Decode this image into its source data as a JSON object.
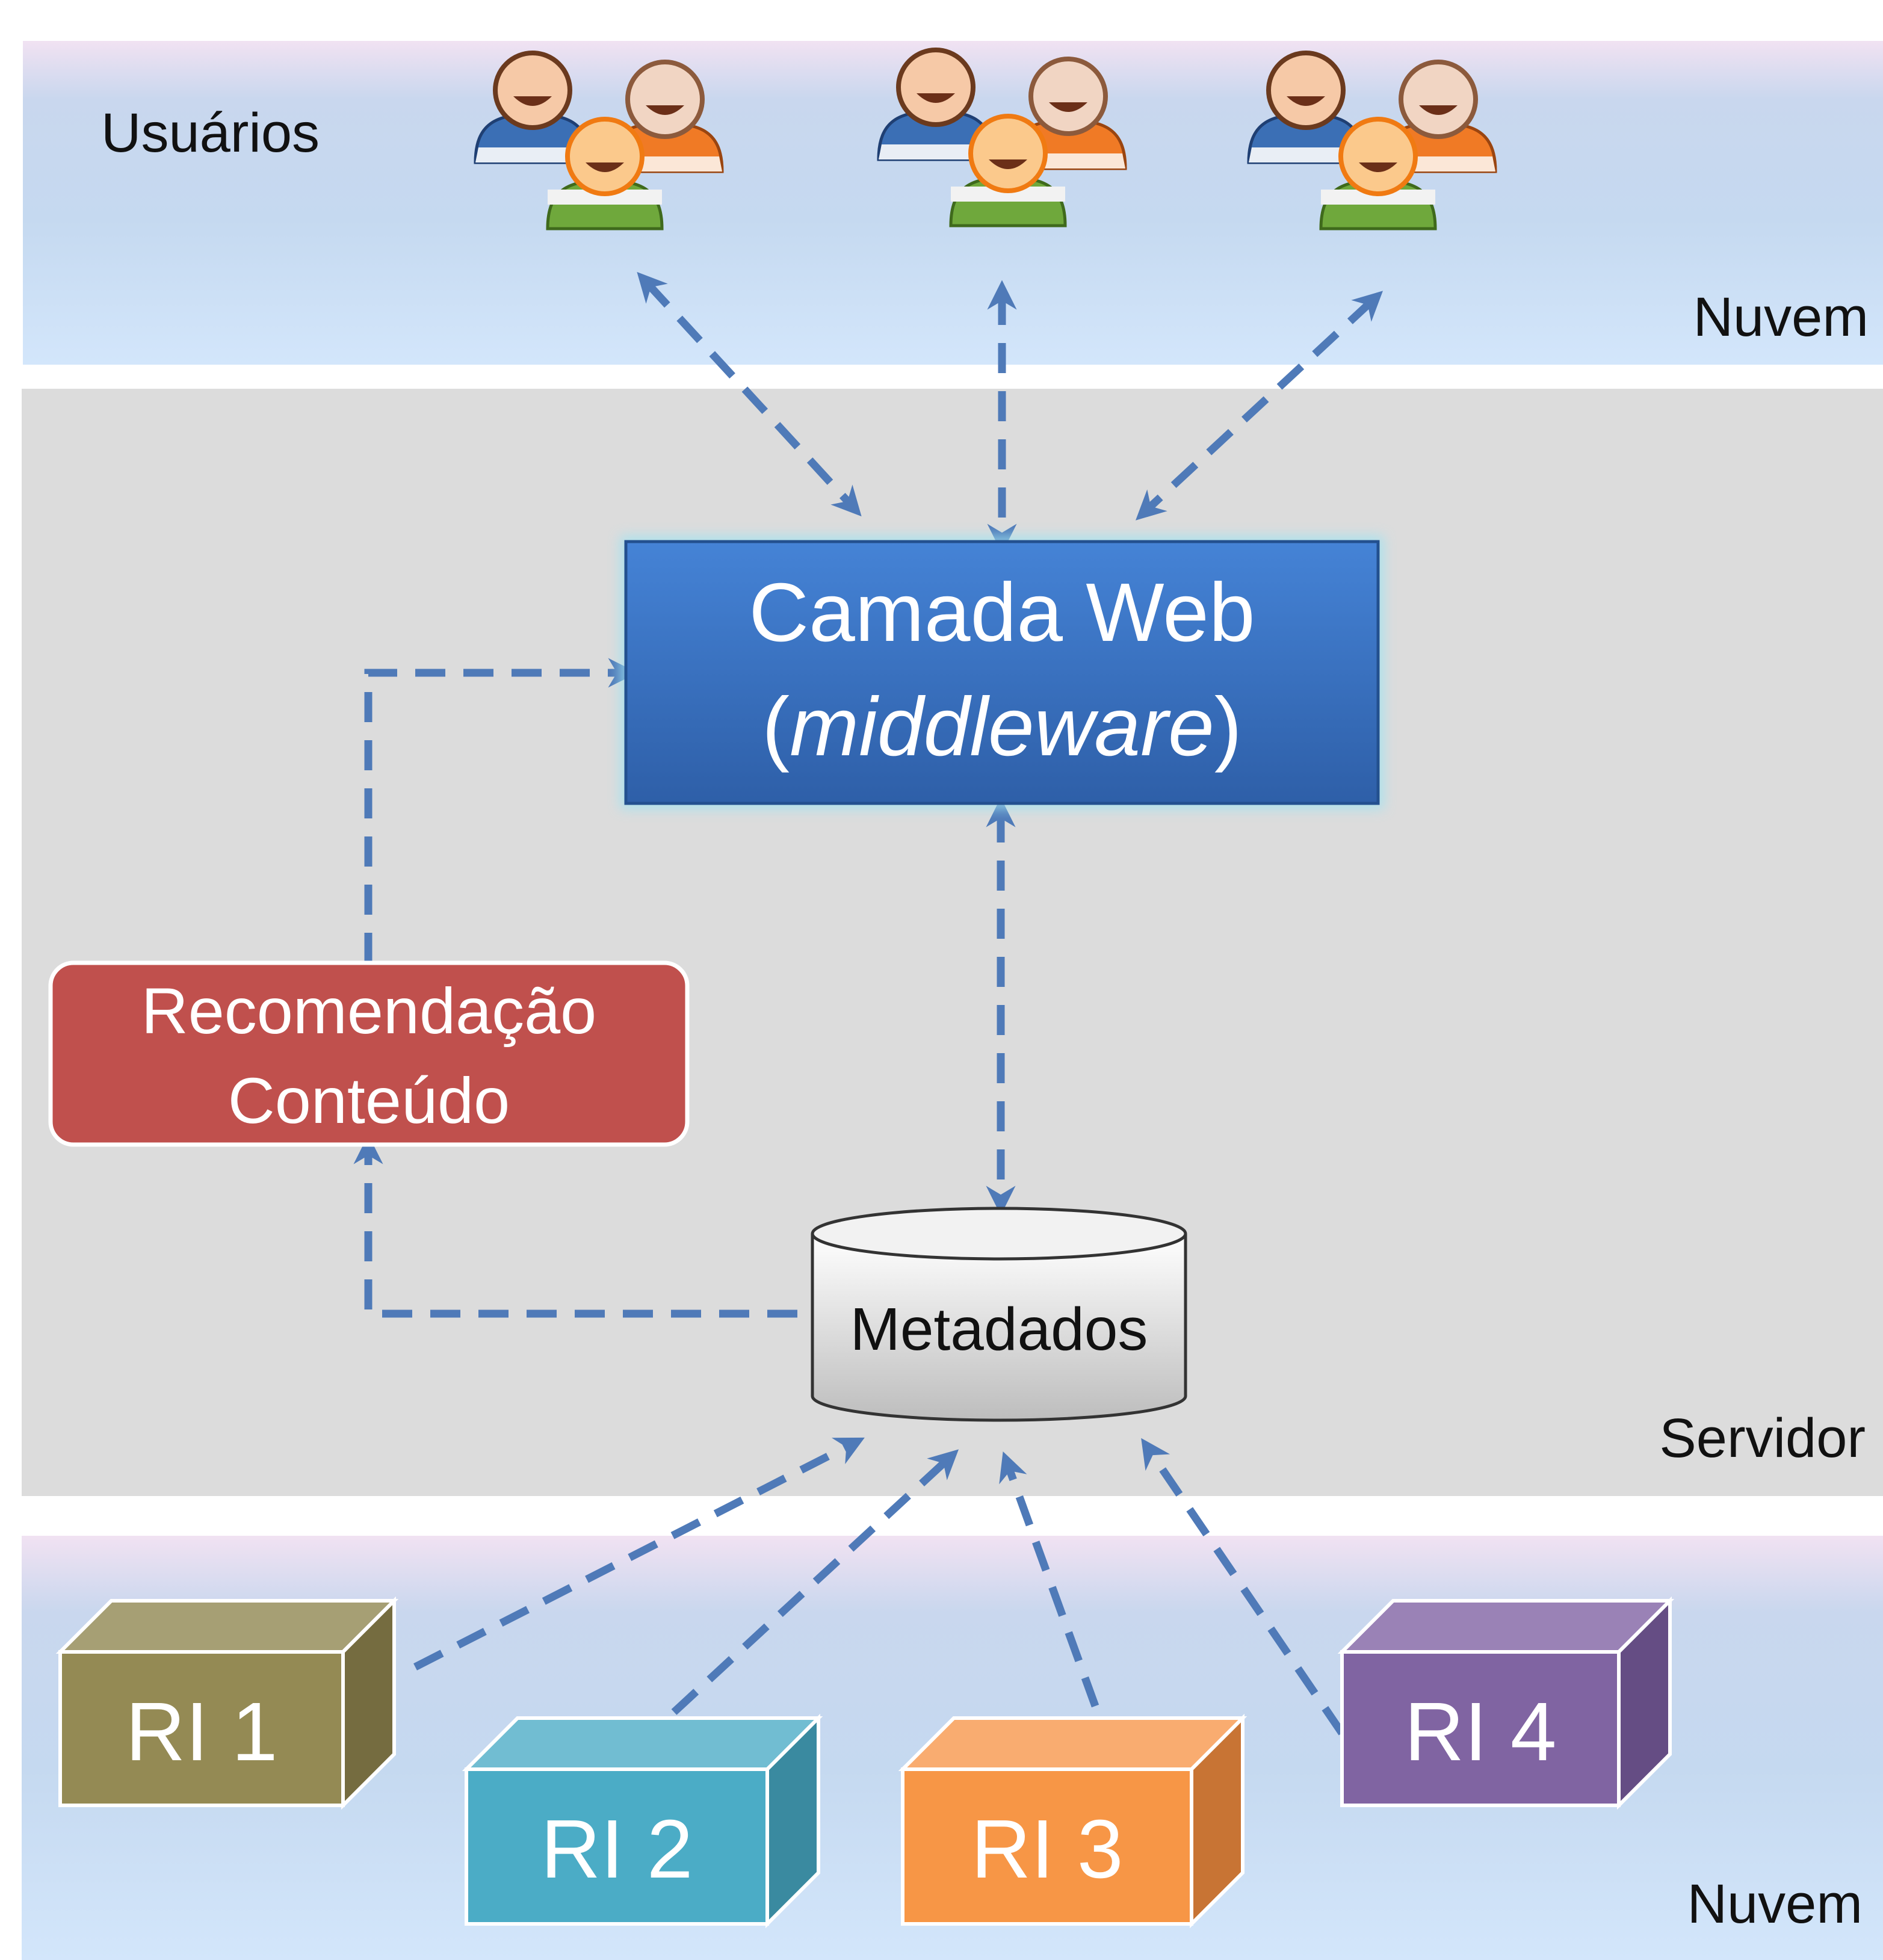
{
  "bands": {
    "top": {
      "label_left": "Usuários",
      "label_right": "Nuvem"
    },
    "middle": {
      "label_right": "Servidor"
    },
    "bottom": {
      "label_right": "Nuvem"
    }
  },
  "nodes": {
    "web_layer": {
      "line1": "Camada Web",
      "line2_open": "(",
      "line2_italic": "middleware",
      "line2_close": ")"
    },
    "recommendation": {
      "line1": "Recomendação",
      "line2": "Conteúdo"
    },
    "metadata": {
      "label": "Metadados"
    },
    "repositories": [
      {
        "label": "RI 1"
      },
      {
        "label": "RI 2"
      },
      {
        "label": "RI 3"
      },
      {
        "label": "RI 4"
      }
    ]
  },
  "colors": {
    "cloud_band": "#c6daf1",
    "server_band": "#dcdcdc",
    "web_layer": "#3a6fb8",
    "recommendation": "#c0504d",
    "arrow": "#4f7ab8",
    "ri1": "#948a54",
    "ri2": "#4bacc6",
    "ri3": "#f79646",
    "ri4": "#8064a2"
  },
  "icons": [
    "user-group-icon",
    "user-group-icon",
    "user-group-icon"
  ]
}
